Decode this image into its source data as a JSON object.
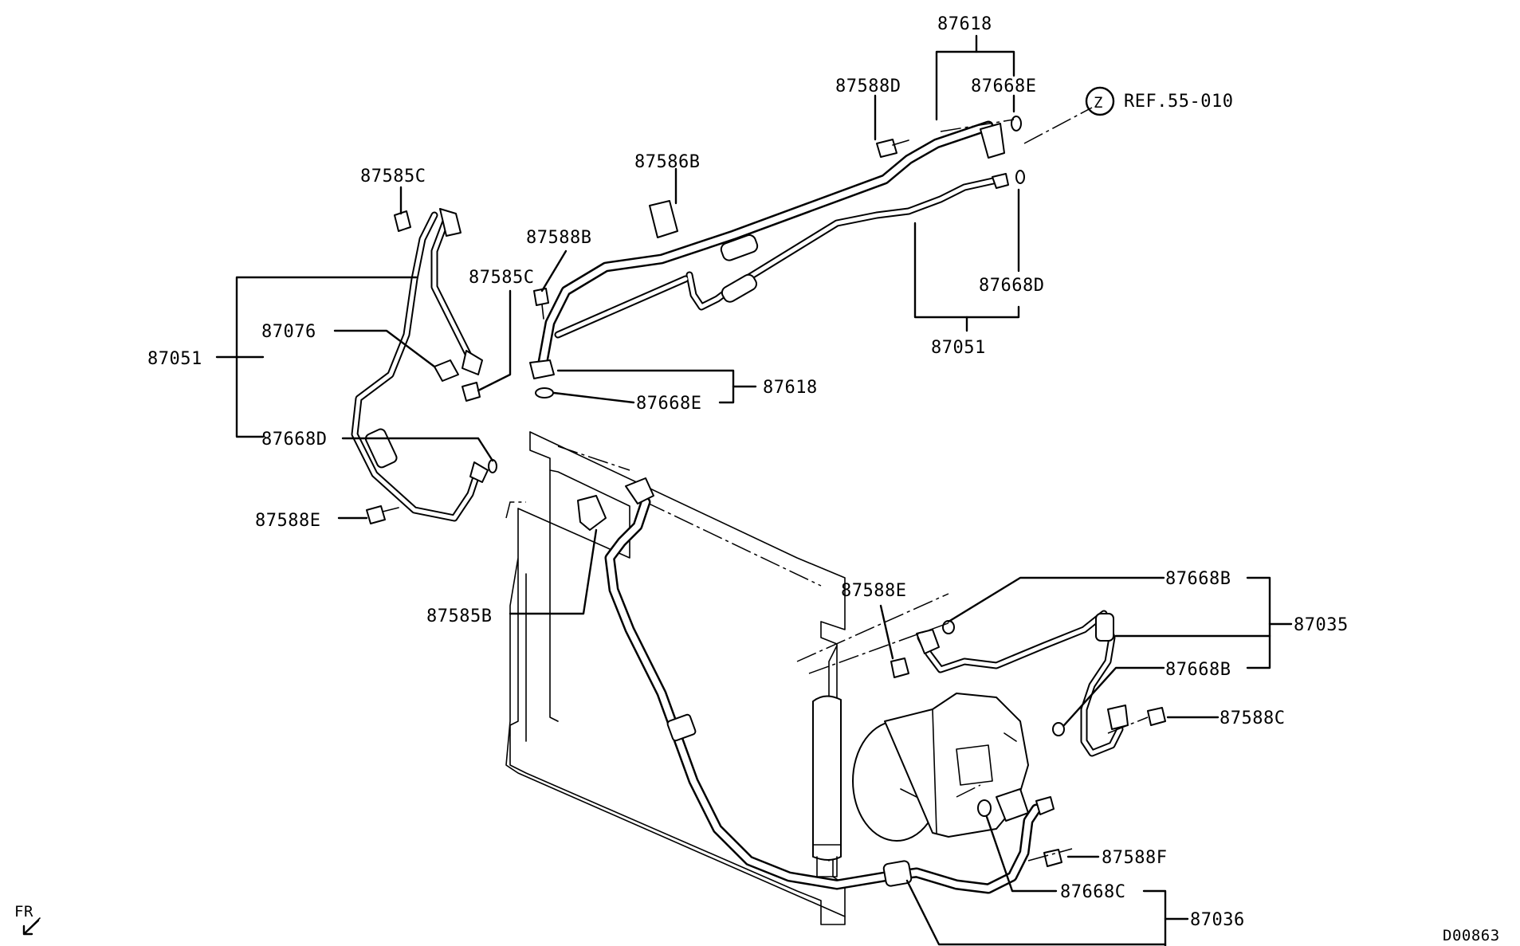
{
  "labels": {
    "p87618_top": "87618",
    "p87588D": "87588D",
    "p87668E_top": "87668E",
    "ref_circle": "Z",
    "ref_text": "REF.55-010",
    "p87585C_top": "87585C",
    "p87586B": "87586B",
    "p87588B": "87588B",
    "p87585C_mid": "87585C",
    "p87668D_right": "87668D",
    "p87051_right": "87051",
    "p87051_left": "87051",
    "p87076": "87076",
    "p87618_mid": "87618",
    "p87668E_mid": "87668E",
    "p87668D_left": "87668D",
    "p87588E_left": "87588E",
    "p87585B": "87585B",
    "p87588E_mid": "87588E",
    "p87668B_top": "87668B",
    "p87035": "87035",
    "p87668B_mid": "87668B",
    "p87588C": "87588C",
    "p87588F": "87588F",
    "p87668C": "87668C",
    "p87036": "87036",
    "fr": "FR",
    "diagram_id": "D00863"
  }
}
